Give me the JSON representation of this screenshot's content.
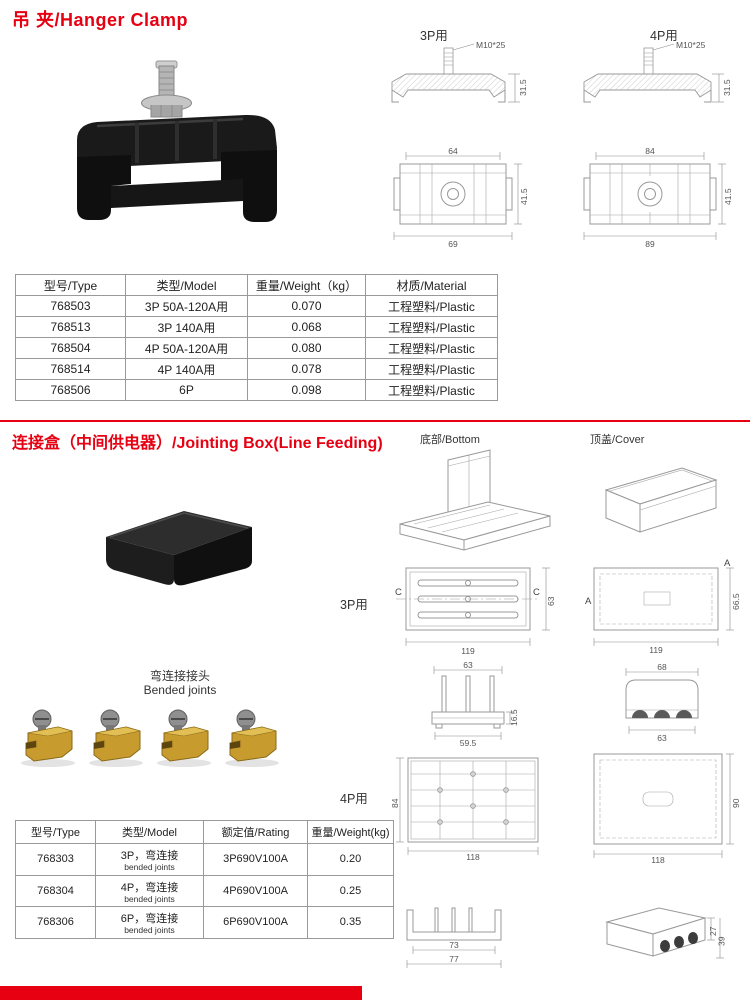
{
  "colors": {
    "accent_red": "#e60012"
  },
  "section1": {
    "title": "吊 夹/Hanger Clamp",
    "drawings": {
      "p3_label": "3P用",
      "p4_label": "4P用",
      "bolt_label": "M10*25",
      "profile_height": "31.5",
      "p3": {
        "top_width": "64",
        "body_height": "41.5",
        "bottom_width": "69"
      },
      "p4": {
        "top_width": "84",
        "body_height": "41.5",
        "bottom_width": "89"
      }
    },
    "table": {
      "headers": [
        "型号/Type",
        "类型/Model",
        "重量/Weight（kg）",
        "材质/Material"
      ],
      "rows": [
        [
          "768503",
          "3P 50A-120A用",
          "0.070",
          "工程塑料/Plastic"
        ],
        [
          "768513",
          "3P 140A用",
          "0.068",
          "工程塑料/Plastic"
        ],
        [
          "768504",
          "4P 50A-120A用",
          "0.080",
          "工程塑料/Plastic"
        ],
        [
          "768514",
          "4P 140A用",
          "0.078",
          "工程塑料/Plastic"
        ],
        [
          "768506",
          "6P",
          "0.098",
          "工程塑料/Plastic"
        ]
      ]
    }
  },
  "section2": {
    "title": "连接盒（中间供电器）/Jointing Box(Line Feeding)",
    "labels": {
      "bottom_view": "底部/Bottom",
      "cover_view": "顶盖/Cover",
      "p3": "3P用",
      "p4": "4P用",
      "bended_joints_cn": "弯连接接头",
      "bended_joints_en": "Bended joints"
    },
    "dims": {
      "p3_bottom_width": "119",
      "p3_bottom_height": "63",
      "p3_section_mark": "C",
      "p3_cover_width": "119",
      "p3_cover_height": "66.5",
      "p3_cover_mark": "A",
      "pins_top": "63",
      "pins_bottom": "59.5",
      "pins_height": "16.5",
      "endcap_top": "68",
      "endcap_bottom": "63",
      "p4_bottom_width": "118",
      "p4_bottom_height": "84",
      "p4_cover_width": "118",
      "p4_cover_height": "90",
      "base_inner_width": "73",
      "base_outer_width": "77",
      "cover_h1": "27",
      "cover_h2": "39"
    },
    "table": {
      "headers": [
        "型号/Type",
        "类型/Model",
        "额定值/Rating",
        "重量/Weight(kg)"
      ],
      "rows": [
        {
          "type": "768303",
          "model_main": "3P，弯连接",
          "model_sub": "bended joints",
          "rating": "3P690V100A",
          "weight": "0.20"
        },
        {
          "type": "768304",
          "model_main": "4P，弯连接",
          "model_sub": "bended joints",
          "rating": "4P690V100A",
          "weight": "0.25"
        },
        {
          "type": "768306",
          "model_main": "6P，弯连接",
          "model_sub": "bended joints",
          "rating": "6P690V100A",
          "weight": "0.35"
        }
      ]
    }
  }
}
